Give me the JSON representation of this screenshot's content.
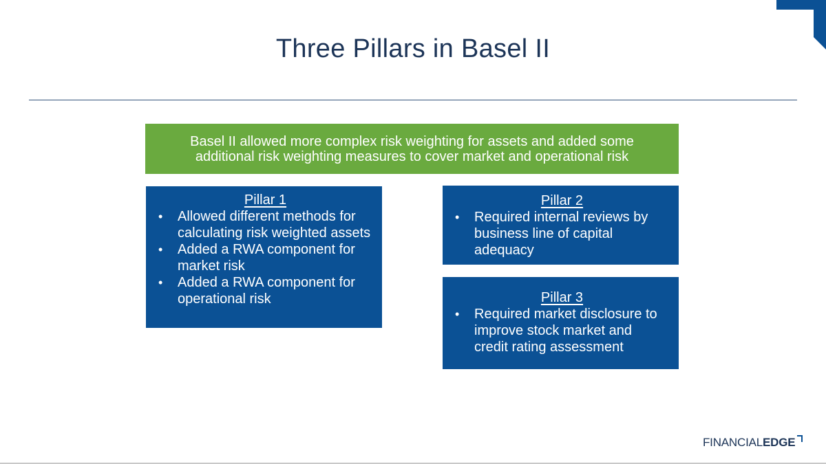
{
  "slide": {
    "title": "Three Pillars in Basel II",
    "summary": "Basel II allowed more complex risk weighting for assets and added some additional risk weighting measures to cover market and operational risk"
  },
  "pillars": [
    {
      "title": "Pillar 1",
      "bullets": [
        "Allowed different methods for calculating risk weighted assets",
        "Added a RWA component for market risk",
        "Added a RWA component for operational risk"
      ]
    },
    {
      "title": "Pillar 2",
      "bullets": [
        "Required internal reviews by business line of capital adequacy"
      ]
    },
    {
      "title": "Pillar 3",
      "bullets": [
        "Required market disclosure to improve stock market and credit rating assessment"
      ]
    }
  ],
  "brand": {
    "logo_light": "FINANCIAL",
    "logo_bold": "EDGE"
  },
  "colors": {
    "title": "#1c3457",
    "summary_bg": "#6aaa3f",
    "pillar_bg": "#0b5195",
    "corner_accent": "#0b5195"
  }
}
